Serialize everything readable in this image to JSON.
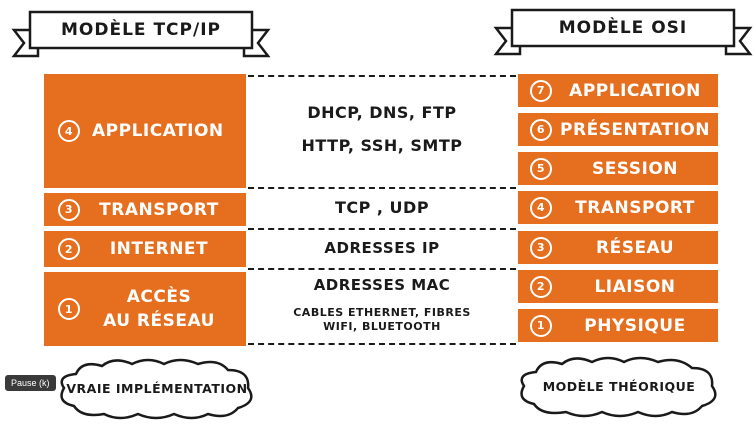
{
  "tcp_title": "MODÈLE TCP/IP",
  "osi_title": "MODÈLE OSI",
  "tcp_layers": [
    {
      "num": "4",
      "label": "APPLICATION"
    },
    {
      "num": "3",
      "label": "TRANSPORT"
    },
    {
      "num": "2",
      "label": "INTERNET"
    },
    {
      "num": "1",
      "label_line1": "ACCÈS",
      "label_line2": "AU RÉSEAU"
    }
  ],
  "osi_layers": [
    {
      "num": "7",
      "label": "APPLICATION"
    },
    {
      "num": "6",
      "label": "PRÉSENTATION"
    },
    {
      "num": "5",
      "label": "SESSION"
    },
    {
      "num": "4",
      "label": "TRANSPORT"
    },
    {
      "num": "3",
      "label": "RÉSEAU"
    },
    {
      "num": "2",
      "label": "LIAISON"
    },
    {
      "num": "1",
      "label": "PHYSIQUE"
    }
  ],
  "protocols": {
    "application_line1": "DHCP, DNS, FTP",
    "application_line2": "HTTP, SSH, SMTP",
    "transport": "TCP , UDP",
    "internet": "ADRESSES IP",
    "access_line1": "ADRESSES MAC",
    "access_line2": "CABLES ETHERNET, FIBRES",
    "access_line3": "WIFI, BLUETOOTH"
  },
  "left_caption": "VRAIE IMPLÉMENTATION",
  "right_caption": "MODÈLE THÉORIQUE",
  "pause_badge": "Pause (k)",
  "colors": {
    "block": "#e56f1e",
    "ink": "#1a1a1a",
    "background": "#ffffff"
  }
}
